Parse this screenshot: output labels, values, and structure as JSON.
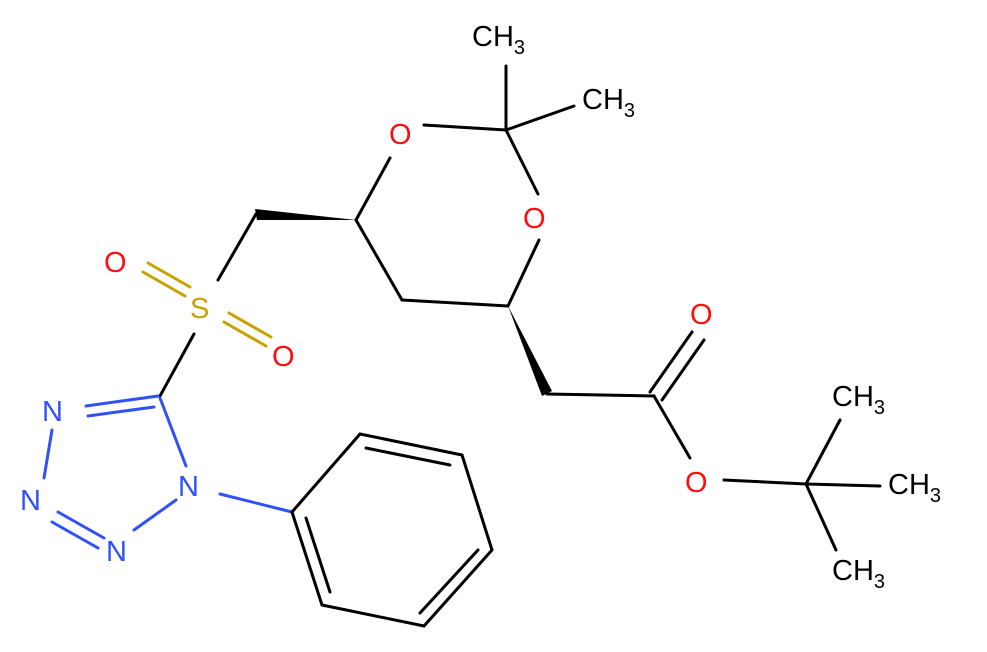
{
  "colors": {
    "bond": "#000000",
    "oxygen": "#ff0d0d",
    "nitrogen": "#3050f8",
    "sulfur": "#c8a200"
  },
  "atoms": {
    "o_ring_top": "O",
    "o_ring_right": "O",
    "ch3_top": "CH",
    "ch3_top_sub": "3",
    "ch3_right": "CH",
    "ch3_right_sub": "3",
    "sulfur": "S",
    "o_sulfonyl_left": "O",
    "o_sulfonyl_right": "O",
    "n_tetrazole_top": "N",
    "n_tetrazole_mid": "N",
    "n_tetrazole_bottom": "N",
    "n_tetrazole_phenyl": "N",
    "o_carbonyl": "O",
    "o_ester": "O",
    "ch3_tbu_top": "CH",
    "ch3_tbu_top_sub": "3",
    "ch3_tbu_mid": "CH",
    "ch3_tbu_mid_sub": "3",
    "ch3_tbu_bottom": "CH",
    "ch3_tbu_bottom_sub": "3"
  }
}
